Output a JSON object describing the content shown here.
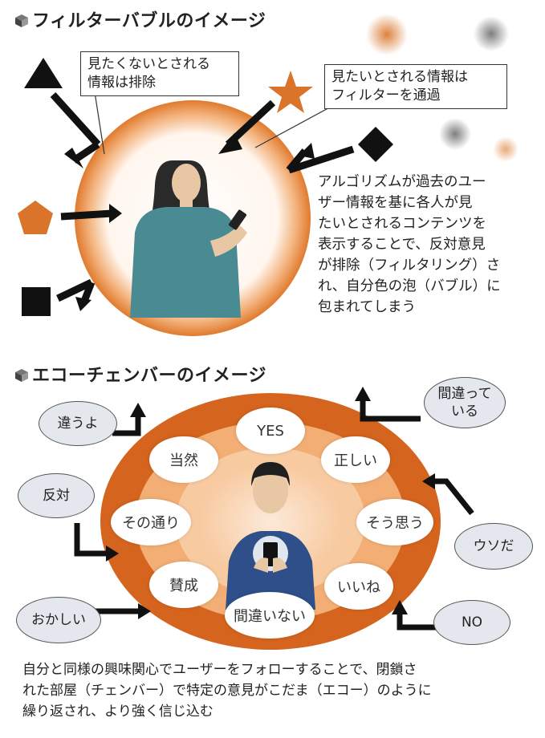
{
  "filter_bubble": {
    "title": "フィルターバブルのイメージ",
    "callout_excluded": [
      "見たくないとされる",
      "情報は排除"
    ],
    "callout_passed": [
      "見たいとされる情報は",
      "フィルターを通過"
    ],
    "description": [
      "アルゴリズムが過去のユー",
      "ザー情報を基に各人が見",
      "たいとされるコンテンツを",
      "表示することで、反対意見",
      "が排除（フィルタリング）さ",
      "れ、自分色の泡（バブル）に",
      "包まれてしまう"
    ]
  },
  "echo_chamber": {
    "title": "エコーチェンバーのイメージ",
    "inner_bubbles": {
      "yes": "YES",
      "tadashii": "正しい",
      "sou_omou": "そう思う",
      "iine": "いいね",
      "machigai_nai": "間違いない",
      "sansei": "賛成",
      "sono_toori": "その通り",
      "touzen": "当然"
    },
    "outer_bubbles": {
      "chigau_yo": "違うよ",
      "hantai": "反対",
      "okashii": "おかしい",
      "machigatte_iru": [
        "間違って",
        "いる"
      ],
      "uso_da": "ウソだ",
      "no": "NO"
    },
    "description": [
      "自分と同様の興味関心でユーザーをフォローすることで、閉鎖さ",
      "れた部屋（チェンバー）で特定の意見がこだま（エコー）のように",
      "繰り返され、より強く信じ込む"
    ]
  },
  "colors": {
    "orange": "#d9742a",
    "dark_orange": "#c8601c",
    "teal_shirt": "#4a8a93",
    "blue_shirt": "#2e4f8a",
    "skin": "#e8c7a4",
    "gray_bubble": "#e4e8ee"
  }
}
